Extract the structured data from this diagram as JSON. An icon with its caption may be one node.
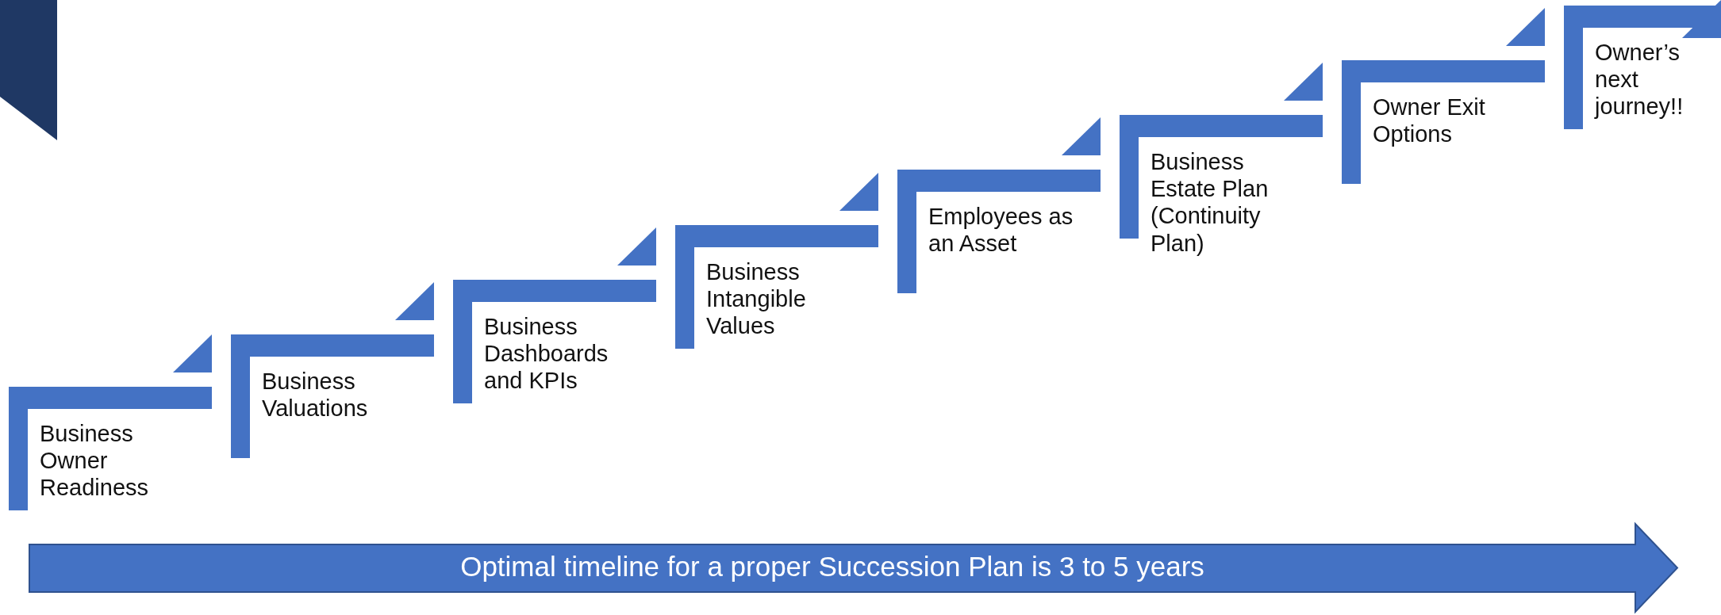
{
  "diagram": {
    "nodes": [
      {
        "text": [
          "Business Owner Readiness"
        ]
      },
      {
        "text": [
          "Business Valuations"
        ]
      },
      {
        "text": [
          "Business Dashboards and KPIs"
        ]
      },
      {
        "text": [
          "Business Intangible Values"
        ]
      },
      {
        "text": [
          "Employees as an Asset"
        ]
      },
      {
        "text": [
          "Business Estate Plan (Continuity Plan)"
        ]
      },
      {
        "text": [
          "Owner Exit Options"
        ]
      },
      {
        "text": [
          "Owner’s next journey!!"
        ]
      },
      {
        "text": [
          "Optimal timeline for a proper Succession Plan is 3 to 5 years"
        ]
      }
    ]
  }
}
